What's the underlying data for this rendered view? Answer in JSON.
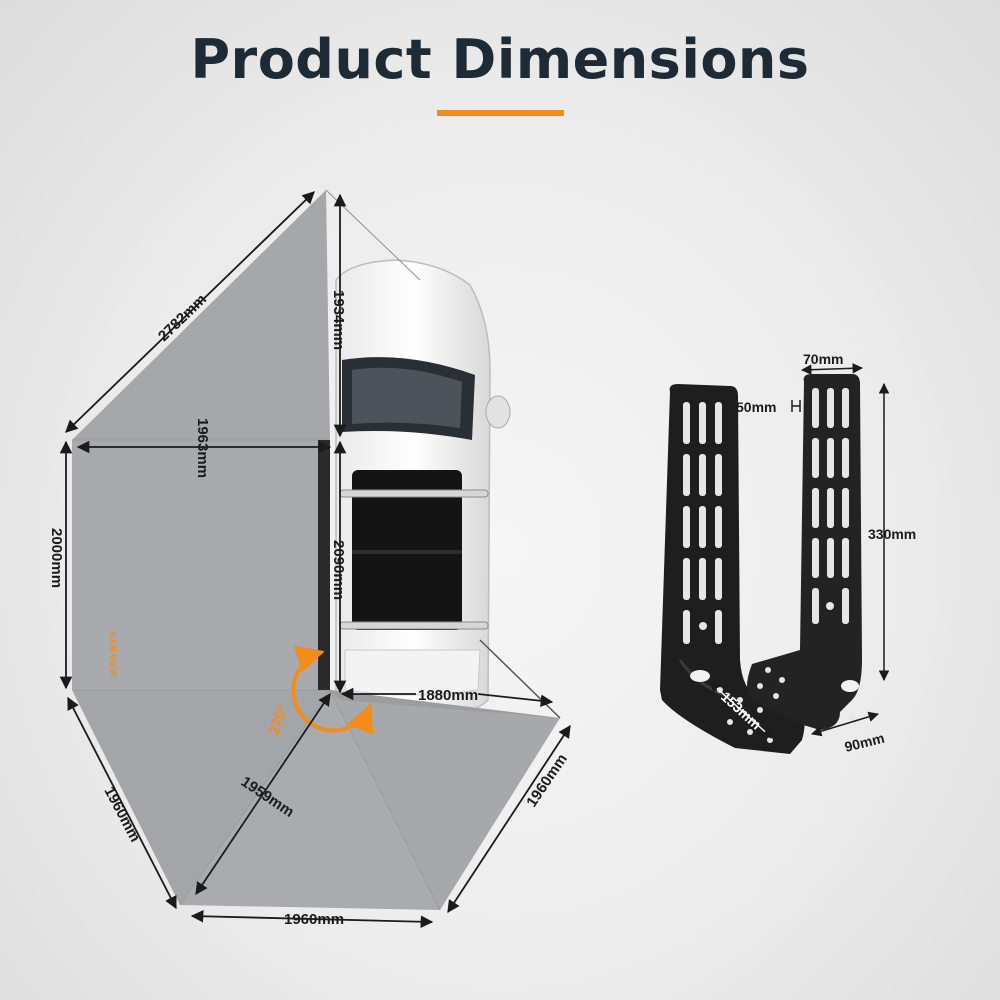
{
  "title": "Product Dimensions",
  "colors": {
    "accent": "#f28c1a",
    "title": "#1e2b36",
    "awning": "#a9aaad",
    "bracket": "#1c1c1c"
  },
  "awning": {
    "brand_text": "KAN VIEW",
    "angle": "270°",
    "dimensions": {
      "top_edge": "2782mm",
      "car_front": "1934mm",
      "width_1963": "1963mm",
      "left_height": "2000mm",
      "car_side": "2090mm",
      "to_rear": "1880mm",
      "diagonal": "1959mm",
      "lower_left": "1960mm",
      "bottom": "1960mm",
      "right": "1960mm"
    }
  },
  "bracket": {
    "dimensions": {
      "width": "70mm",
      "thickness": "50mm",
      "height": "330mm",
      "base_length": "153mm",
      "base_width": "90mm"
    }
  }
}
